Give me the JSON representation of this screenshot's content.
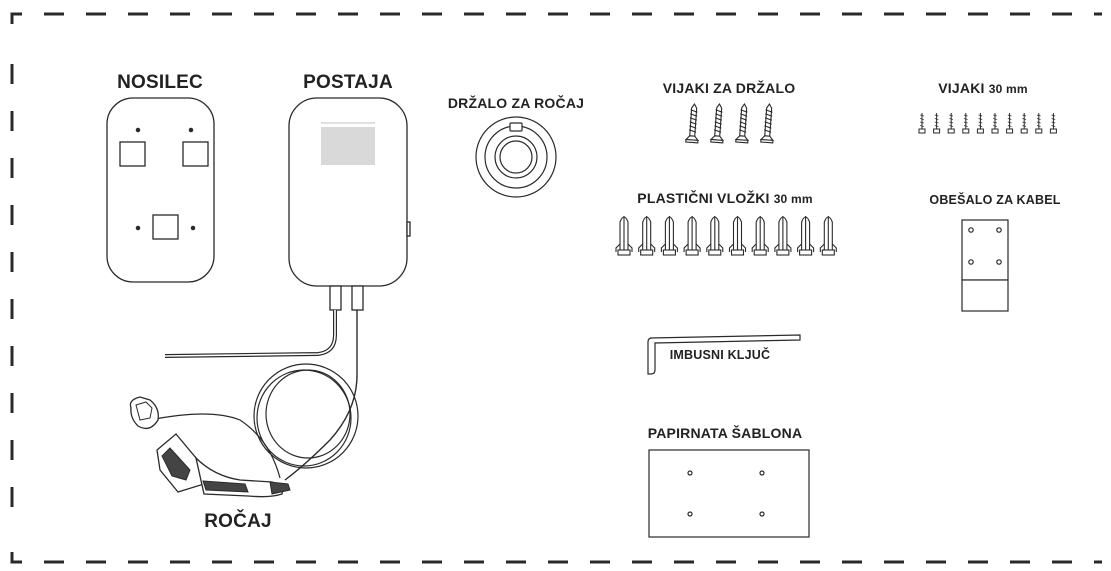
{
  "labels": {
    "nosilec": "NOSILEC",
    "postaja": "POSTAJA",
    "drzalo_za_rocaj": "DRŽALO ZA ROČAJ",
    "vijaki_za_drzalo": "VIJAKI ZA DRŽALO",
    "vijaki_30_name": "VIJAKI",
    "vijaki_30_unit": "30 mm",
    "plasticni_vlozki_name": "PLASTIČNI VLOŽKI",
    "plasticni_vlozki_unit": "30 mm",
    "obesalo_za_kabel": "OBEŠALO ZA KABEL",
    "imbusni_kljuc": "IMBUSNI KLJUČ",
    "papirnata_sablona": "PAPIRNATA ŠABLONA",
    "rocaj": "ROČAJ"
  },
  "counts": {
    "vijaki_za_drzalo": 4,
    "vijaki_30": 10,
    "plasticni_vlozki": 10
  },
  "colors": {
    "line": "#2a2a2a",
    "fill": "#ffffff",
    "screen": "#d9d9d9",
    "dark": "#333333"
  }
}
